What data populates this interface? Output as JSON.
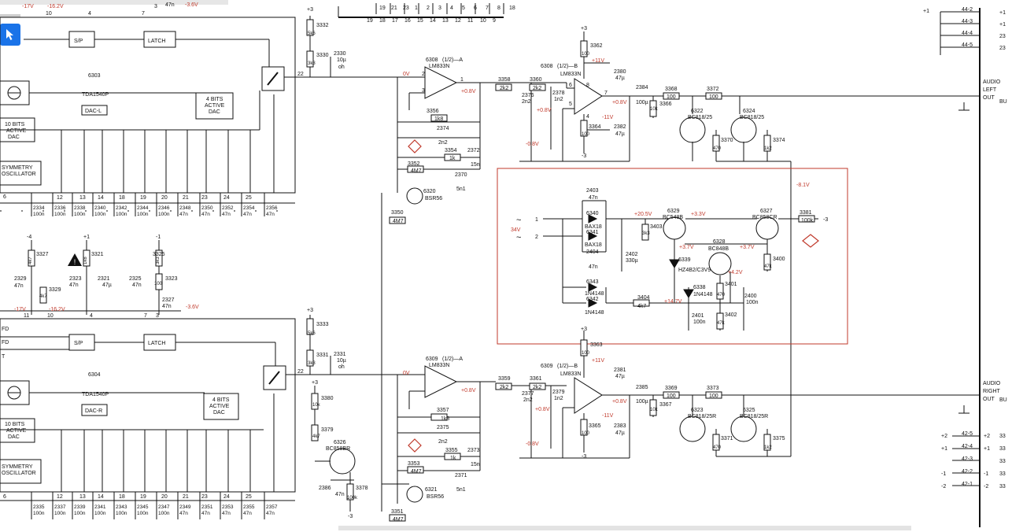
{
  "toolbar": {
    "pointer_tool": "mouse-pointer-icon"
  },
  "chips": {
    "dac_left": {
      "ref": "6303",
      "part": "TDA1540P",
      "name": "DAC-L"
    },
    "dac_right": {
      "ref": "6304",
      "part": "TDA1540P",
      "name": "DAC-R"
    },
    "sp": "S/P",
    "latch": "LATCH",
    "active_dac_10": [
      "10 BITS",
      "ACTIVE",
      "DAC"
    ],
    "active_dac_4": [
      "4 BITS",
      "ACTIVE",
      "DAC"
    ],
    "symmetry": [
      "SYMMETRY",
      "OSCILLATOR"
    ]
  },
  "opamps": {
    "u6308a": {
      "ref": "6308",
      "unit": "(1/2)—A",
      "part": "LM833N"
    },
    "u6308b": {
      "ref": "6308",
      "unit": "(1/2)—B",
      "part": "LM833N"
    },
    "u6309a": {
      "ref": "6309",
      "unit": "(1/2)—A",
      "part": "LM833N"
    },
    "u6309b": {
      "ref": "6309",
      "unit": "(1/2)—B",
      "part": "LM833N"
    }
  },
  "outputs": {
    "left": [
      "AUDIO",
      "LEFT",
      "OUT"
    ],
    "right": [
      "AUDIO",
      "RIGHT",
      "OUT"
    ],
    "bu": "BU"
  },
  "top_connector": {
    "pins_top": [
      "19",
      "21",
      "23",
      "1",
      "2",
      "3",
      "4",
      "5",
      "6",
      "7",
      "8",
      "18"
    ],
    "pins_bottom": [
      "19",
      "18",
      "17",
      "16",
      "15",
      "14",
      "13",
      "12",
      "11",
      "10",
      "9"
    ]
  },
  "connectors": {
    "c44": [
      {
        "label": "44-2",
        "val": "+1"
      },
      {
        "label": "44-3",
        "val": "+1"
      },
      {
        "label": "44-4",
        "val": "23"
      },
      {
        "label": "44-5",
        "val": "23"
      }
    ],
    "c42": [
      {
        "label": "42-5",
        "in": "+2",
        "out": "+2",
        "n": "33"
      },
      {
        "label": "42-4",
        "in": "+1",
        "out": "+1",
        "n": "33"
      },
      {
        "label": "42-3",
        "in": "",
        "out": "",
        "n": "33"
      },
      {
        "label": "42-2",
        "in": "-1",
        "out": "-1",
        "n": "33"
      },
      {
        "label": "42-1",
        "in": "-2",
        "out": "-2",
        "n": "33"
      }
    ]
  },
  "dac_pins": {
    "top": [
      "12",
      "13",
      "14",
      "18",
      "19",
      "20",
      "21",
      "23",
      "24",
      "25"
    ],
    "bottom": [
      "12",
      "13",
      "14",
      "18",
      "19",
      "20",
      "21",
      "23",
      "24",
      "25"
    ]
  },
  "cap_bank": {
    "top": [
      {
        "ref": "2334",
        "val": "100n"
      },
      {
        "ref": "2336",
        "val": "100n"
      },
      {
        "ref": "2338",
        "val": "100n"
      },
      {
        "ref": "2340",
        "val": "100n"
      },
      {
        "ref": "2342",
        "val": "100n"
      },
      {
        "ref": "2344",
        "val": "100n"
      },
      {
        "ref": "2346",
        "val": "100n"
      },
      {
        "ref": "2348",
        "val": "47n"
      },
      {
        "ref": "2350",
        "val": "47n"
      },
      {
        "ref": "2352",
        "val": "47n"
      },
      {
        "ref": "2354",
        "val": "47n"
      },
      {
        "ref": "2356",
        "val": "47n"
      }
    ],
    "bottom": [
      {
        "ref": "2335",
        "val": "100n"
      },
      {
        "ref": "2337",
        "val": "100n"
      },
      {
        "ref": "2339",
        "val": "100n"
      },
      {
        "ref": "2341",
        "val": "100n"
      },
      {
        "ref": "2343",
        "val": "100n"
      },
      {
        "ref": "2345",
        "val": "100n"
      },
      {
        "ref": "2347",
        "val": "100n"
      },
      {
        "ref": "2349",
        "val": "47n"
      },
      {
        "ref": "2351",
        "val": "47n"
      },
      {
        "ref": "2353",
        "val": "47n"
      },
      {
        "ref": "2355",
        "val": "47n"
      },
      {
        "ref": "2357",
        "val": "47n"
      }
    ]
  },
  "labels": {
    "top_strip": [
      "-17V",
      "-16.2V",
      "10",
      "4",
      "7",
      "3",
      "47n",
      "-3.6V"
    ],
    "mid_strip": [
      "-4",
      "+1",
      "-1",
      "-17V",
      "-16.2V",
      "11",
      "10",
      "4",
      "7",
      "3",
      "-3.6V"
    ],
    "mid_parts": [
      {
        "ref": "3327",
        "val": "4k7"
      },
      {
        "ref": "3321",
        "val": "1k8"
      },
      {
        "ref": "3325",
        "val": "3k3"
      },
      {
        "ref": "2329",
        "val": "47n"
      },
      {
        "ref": "3329",
        "val": "4k7"
      },
      {
        "ref": "2323",
        "val": "47n"
      },
      {
        "ref": "2321",
        "val": "47µ"
      },
      {
        "ref": "2325",
        "val": "47n"
      },
      {
        "ref": "3323",
        "val": "100"
      },
      {
        "ref": "2327",
        "val": "47n"
      }
    ],
    "fd_labels": [
      "FD",
      "FD",
      "T"
    ],
    "pin22": "22",
    "pin6": "6"
  },
  "left_channel": {
    "r3332": {
      "ref": "3332",
      "val": "5k6"
    },
    "r3330": {
      "ref": "3330",
      "val": "3k3"
    },
    "c2330": {
      "ref": "2330",
      "val": "10µ"
    },
    "zero_v": "0V",
    "plus08": "+0.8V",
    "minus08": "-0.8V",
    "plus11": "+11V",
    "minus11": "-11V",
    "r3358": {
      "ref": "3358",
      "val": "2k2"
    },
    "r3360": {
      "ref": "3360",
      "val": "2k2"
    },
    "c2376": {
      "ref": "2376",
      "val": "2n2"
    },
    "c2378": {
      "ref": "2378",
      "val": "1n2"
    },
    "r3356": {
      "ref": "3356",
      "val": "1k8"
    },
    "c2374": {
      "ref": "2374",
      "val": "2n2"
    },
    "r3354": {
      "ref": "3354",
      "val": "1k"
    },
    "c2372": {
      "ref": "2372",
      "val": "15n"
    },
    "r3352": {
      "ref": "3352",
      "val": "4M7"
    },
    "c2370": {
      "ref": "2370",
      "val": "5n1"
    },
    "fet": {
      "ref": "6320",
      "part": "BSR56"
    },
    "r3350": {
      "ref": "3350",
      "val": "4M7"
    },
    "r3362": {
      "ref": "3362",
      "val": "100"
    },
    "c2380": {
      "ref": "2380",
      "val": "47µ"
    },
    "r3364": {
      "ref": "3364",
      "val": "100"
    },
    "c2382": {
      "ref": "2382",
      "val": "47µ"
    },
    "c2384": {
      "ref": "2384",
      "val": "100µ"
    },
    "r3366": {
      "ref": "3366",
      "val": "10k"
    },
    "r3368": {
      "ref": "3368",
      "val": "100"
    },
    "r3372": {
      "ref": "3372",
      "val": "100"
    },
    "q6322": {
      "ref": "6322",
      "part": "BC818/25"
    },
    "q6324": {
      "ref": "6324",
      "part": "BC818/25"
    },
    "r3370": {
      "ref": "3370",
      "val": "470"
    },
    "r3374": {
      "ref": "3374",
      "val": "1k2"
    },
    "pin1": "1",
    "pin2": "2",
    "pin3": "3",
    "pin4": "4",
    "pin5": "5",
    "pin6": "6",
    "pin7": "7",
    "pin8": "8",
    "plus3": "+3",
    "minus3": "-3",
    "oh": "oh"
  },
  "right_channel": {
    "r3333": {
      "ref": "3333",
      "val": "5k6"
    },
    "r3331": {
      "ref": "3331",
      "val": "3k3"
    },
    "c2331": {
      "ref": "2331",
      "val": "10µ"
    },
    "r3380": {
      "ref": "3380",
      "val": "10k"
    },
    "r3379": {
      "ref": "3379",
      "val": "4k7"
    },
    "q6326": {
      "ref": "6326",
      "part": "BC858BR"
    },
    "c2386": {
      "ref": "2386",
      "val": "47n"
    },
    "r3378": {
      "ref": "3378",
      "val": "100k"
    },
    "r3359": {
      "ref": "3359",
      "val": "2k2"
    },
    "r3361": {
      "ref": "3361",
      "val": "2k2"
    },
    "c2377": {
      "ref": "2377",
      "val": "2n2"
    },
    "c2379": {
      "ref": "2379",
      "val": "1n2"
    },
    "r3357": {
      "ref": "3357",
      "val": "1k8"
    },
    "c2375": {
      "ref": "2375",
      "val": "2n2"
    },
    "r3355": {
      "ref": "3355",
      "val": "1k"
    },
    "c2373": {
      "ref": "2373",
      "val": "15n"
    },
    "r3353": {
      "ref": "3353",
      "val": "4M7"
    },
    "c2371": {
      "ref": "2371",
      "val": "5n1"
    },
    "fet": {
      "ref": "6321",
      "part": "BSR56"
    },
    "r3351": {
      "ref": "3351",
      "val": "4M7"
    },
    "r3363": {
      "ref": "3363",
      "val": "100"
    },
    "c2381": {
      "ref": "2381",
      "val": "47µ"
    },
    "r3365": {
      "ref": "3365",
      "val": "100"
    },
    "c2383": {
      "ref": "2383",
      "val": "47µ"
    },
    "c2385": {
      "ref": "2385",
      "val": "100µ"
    },
    "r3367": {
      "ref": "3367",
      "val": "10k"
    },
    "r3369": {
      "ref": "3369",
      "val": "100"
    },
    "r3373": {
      "ref": "3373",
      "val": "100"
    },
    "q6323": {
      "ref": "6323",
      "part": "BC818/25R"
    },
    "q6325": {
      "ref": "6325",
      "part": "BC818/25R"
    },
    "r3371": {
      "ref": "3371",
      "val": "470"
    },
    "r3375": {
      "ref": "3375",
      "val": "1k2"
    }
  },
  "supply_box": {
    "c2403": {
      "ref": "2403",
      "val": "47n"
    },
    "d6340": {
      "ref": "6340",
      "part": "BAX18"
    },
    "d6341": {
      "ref": "6341",
      "part": "BAX18"
    },
    "c2404": {
      "ref": "2404",
      "val": "47n"
    },
    "d6343": {
      "ref": "6343",
      "part": "1N4148"
    },
    "d6342": {
      "ref": "6342",
      "part": "1N4148"
    },
    "ac": "34V",
    "tilde": "~",
    "pin1": "1",
    "pin2": "2",
    "v205": "+20.5V",
    "v33": "+3.3V",
    "v37a": "+3.7V",
    "v37b": "+3.7V",
    "v42": "+4.2V",
    "v147": "+14.7V",
    "v81": "-8.1V",
    "r3403": {
      "ref": "3403",
      "val": "3k3"
    },
    "c2402": {
      "ref": "2402",
      "val": "330µ"
    },
    "q6329": {
      "ref": "6329",
      "part": "BC548B"
    },
    "q6328": {
      "ref": "6328",
      "part": "BC848B"
    },
    "q6327": {
      "ref": "6327",
      "part": "BC858CR"
    },
    "z6339": {
      "ref": "6339",
      "part": "HZ4B2/C3V9"
    },
    "d6338": {
      "ref": "6338",
      "part": "1N4148"
    },
    "r3404": {
      "ref": "3404",
      "val": "4k7"
    },
    "c2401": {
      "ref": "2401",
      "val": "100n"
    },
    "r3401": {
      "ref": "3401",
      "val": "470"
    },
    "c2400": {
      "ref": "2400",
      "val": "100n"
    },
    "r3402": {
      "ref": "3402",
      "val": "47k"
    },
    "r3400": {
      "ref": "3400",
      "val": "47k"
    },
    "r3381": {
      "ref": "3381",
      "val": "100k"
    },
    "minus3": "-3"
  }
}
